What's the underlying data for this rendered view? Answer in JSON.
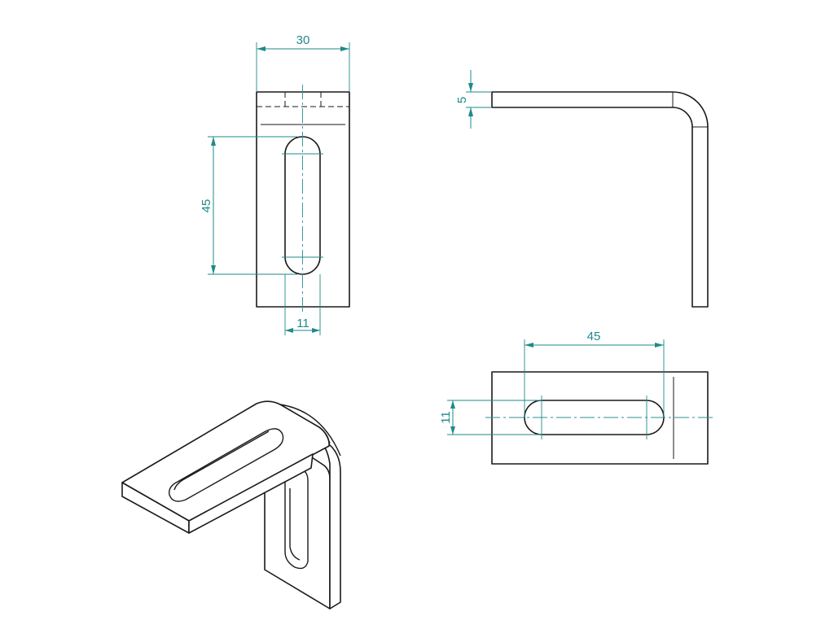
{
  "drawing": {
    "front_view": {
      "width_dim": "30",
      "slot_length_dim": "45",
      "slot_width_dim": "11"
    },
    "side_view": {
      "thickness_dim": "5"
    },
    "top_view": {
      "slot_length_dim": "45",
      "slot_width_dim": "11"
    }
  },
  "colors": {
    "object_lines": "#1a1a1a",
    "dimension_lines": "#1f8a8a",
    "background": "#ffffff"
  }
}
